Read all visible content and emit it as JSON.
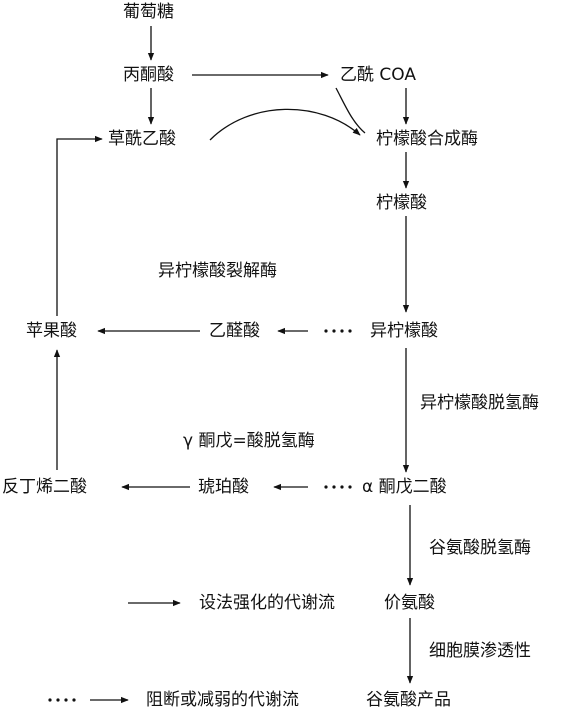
{
  "nodes": {
    "glucose": "葡萄糖",
    "pyruvate": "丙酮酸",
    "acetyl_coa": "乙酰 COA",
    "oxaloacetate": "草酰乙酸",
    "citrate_synthase": "柠檬酸合成酶",
    "citrate": "柠檬酸",
    "isocitrate": "异柠檬酸",
    "glyoxylate": "乙醛酸",
    "malate": "苹果酸",
    "alpha_ketoglutarate": "α 酮戊二酸",
    "succinate": "琥珀酸",
    "fumarate": "反丁烯二酸",
    "valine": "价氨酸",
    "glutamate_product": "谷氨酸产品"
  },
  "enzymes": {
    "isocitrate_lyase": "异柠檬酸裂解酶",
    "isocitrate_dehydrogenase": "异柠檬酸脱氢酶",
    "ketoglutarate_dehydrogenase": "γ 酮戊=酸脱氢酶",
    "glutamate_dehydrogenase": "谷氨酸脱氢酶",
    "membrane_permeability": "细胞膜渗透性"
  },
  "legend": {
    "strengthen": "设法强化的代谢流",
    "block": "阻断或减弱的代谢流"
  },
  "colors": {
    "ink": "#111111",
    "background": "#ffffff"
  }
}
